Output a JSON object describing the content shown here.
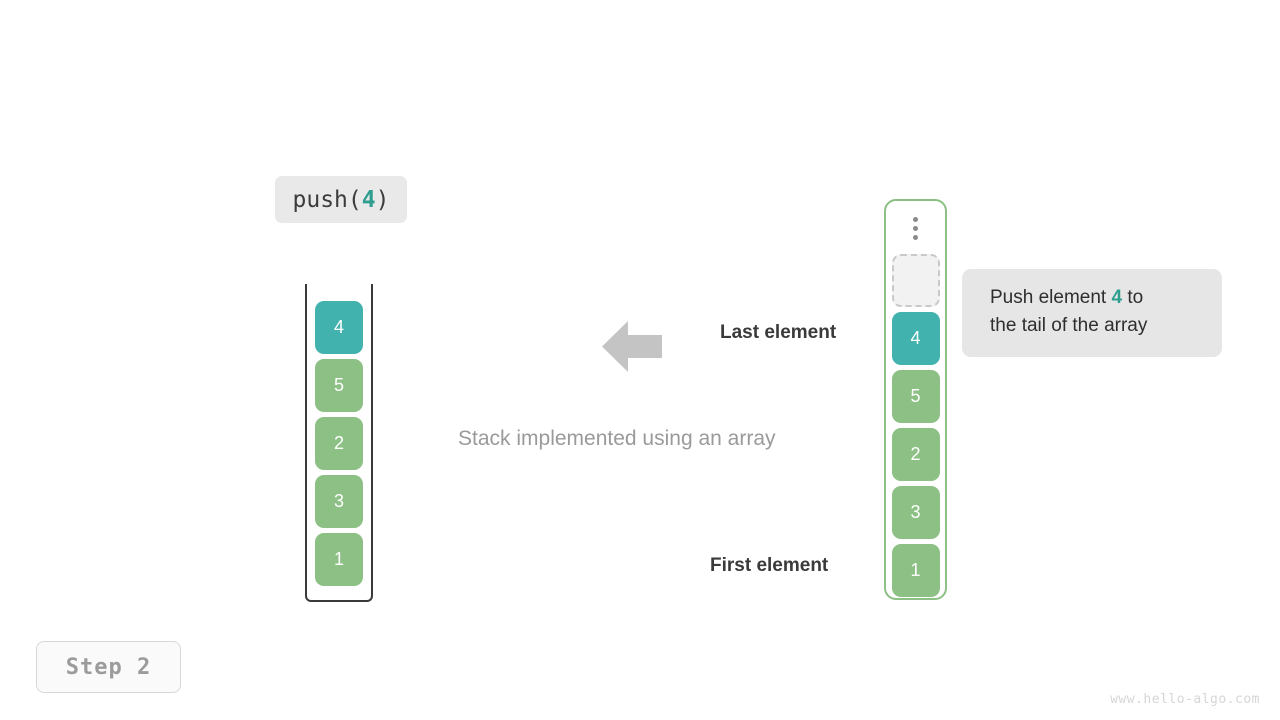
{
  "operation": {
    "prefix": "push(",
    "value": "4",
    "suffix": ")"
  },
  "stack": {
    "title": "Stack implemented using an array",
    "items": [
      {
        "value": "4",
        "color": "teal"
      },
      {
        "value": "5",
        "color": "green"
      },
      {
        "value": "2",
        "color": "green"
      },
      {
        "value": "3",
        "color": "green"
      },
      {
        "value": "1",
        "color": "green"
      }
    ]
  },
  "array": {
    "ellipsis": "vertical-ellipsis",
    "empty_slot_label": "",
    "items": [
      {
        "value": "4",
        "color": "teal"
      },
      {
        "value": "5",
        "color": "green"
      },
      {
        "value": "2",
        "color": "green"
      },
      {
        "value": "3",
        "color": "green"
      },
      {
        "value": "1",
        "color": "green"
      }
    ]
  },
  "annotation": {
    "line1_prefix": "Push element ",
    "value": "4",
    "line1_suffix": " to",
    "line2": "the tail of the array"
  },
  "labels": {
    "last_element": "Last element",
    "first_element": "First element",
    "arrow": "left-arrow"
  },
  "footer": {
    "step": "Step 2",
    "watermark": "www.hello-algo.com"
  },
  "colors": {
    "teal": "#42b2af",
    "green": "#8cc084",
    "accent_text": "#2f9e8f",
    "arrow": "#c4c4c4",
    "label_box": "#e9e9e9",
    "annotation_box": "#e6e6e6"
  }
}
